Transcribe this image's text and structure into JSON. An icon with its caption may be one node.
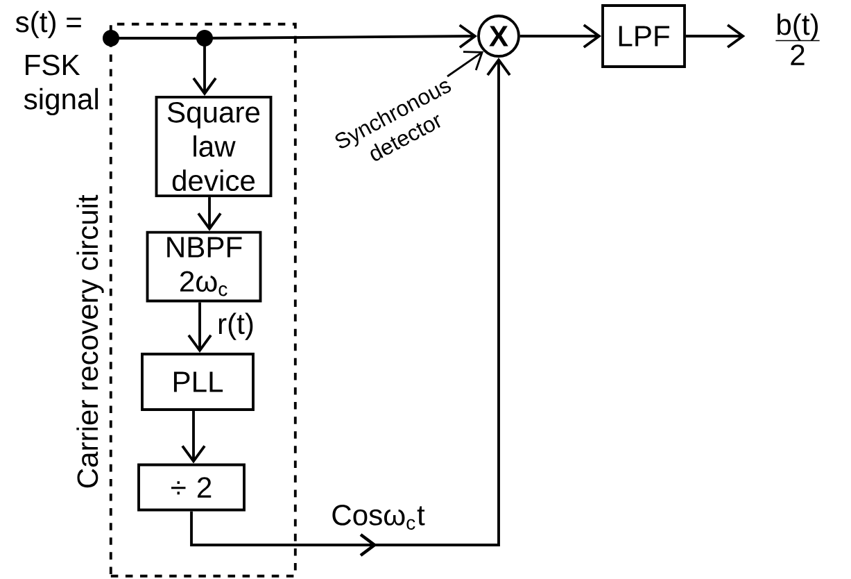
{
  "diagram": {
    "nodes": [
      {
        "text": [
          "Carrier recovery circuit"
        ]
      },
      {
        "text": [],
        "shape": "circle",
        "beside": [
          "FSK signal"
        ]
      },
      {
        "text": [],
        "shape": "circle",
        "in": 0
      },
      {
        "text": [
          "Square law device"
        ],
        "in": 0
      },
      {
        "text": [
          "NBPF 2ω$_{c}$"
        ],
        "in": 0
      },
      {
        "text": [
          "PLL"
        ],
        "in": 0
      },
      {
        "text": [
          "÷ 2"
        ],
        "in": 0
      },
      {
        "text": [
          "X"
        ]
      },
      {
        "text": [
          "LPF"
        ]
      },
      {
        "text": [
          "b(t)",
          "2"
        ]
      },
      {
        "text": [
          "Synchronous detector"
        ]
      }
    ],
    "edges": [
      {
        "from": 1,
        "to": 2,
        "arrow": "none"
      },
      {
        "from": 2,
        "to": 7,
        "arrow": "to"
      },
      {
        "from": 2,
        "to": 3,
        "arrow": "to"
      },
      {
        "from": 3,
        "to": 4,
        "arrow": "to"
      },
      {
        "from": 4,
        "to": 5,
        "arrow": "to",
        "label": "r(t)"
      },
      {
        "from": 5,
        "to": 6,
        "arrow": "to"
      },
      {
        "from": 6,
        "to": 7,
        "arrow": "to",
        "label": "Cosω$_{c}$t"
      },
      {
        "from": 7,
        "to": 8,
        "arrow": "to"
      },
      {
        "from": 8,
        "to": 9,
        "arrow": "to"
      },
      {
        "from": 10,
        "to": 7,
        "arrow": "to"
      }
    ],
    "labels": [
      "s(t) ="
    ]
  }
}
